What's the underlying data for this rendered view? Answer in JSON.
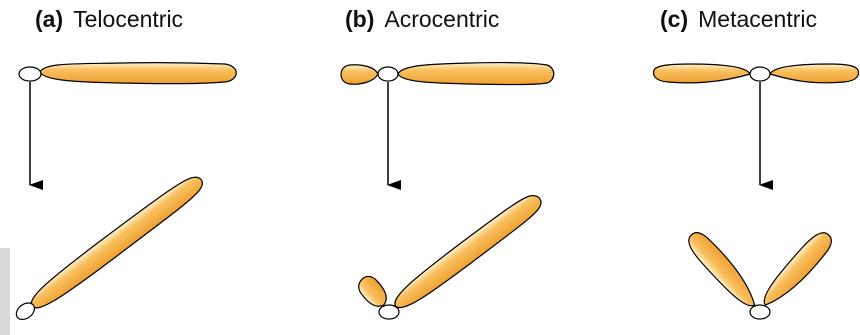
{
  "colors": {
    "chromatid_light": "#fff0c8",
    "chromatid_mid": "#f7bb55",
    "chromatid_dark": "#f0a030",
    "outline": "#000000",
    "centromere_fill": "#ffffff",
    "arrow": "#000000"
  },
  "panels": [
    {
      "letter": "(a)",
      "name": "Telocentric"
    },
    {
      "letter": "(b)",
      "name": "Acrocentric"
    },
    {
      "letter": "(c)",
      "name": "Metacentric"
    }
  ]
}
